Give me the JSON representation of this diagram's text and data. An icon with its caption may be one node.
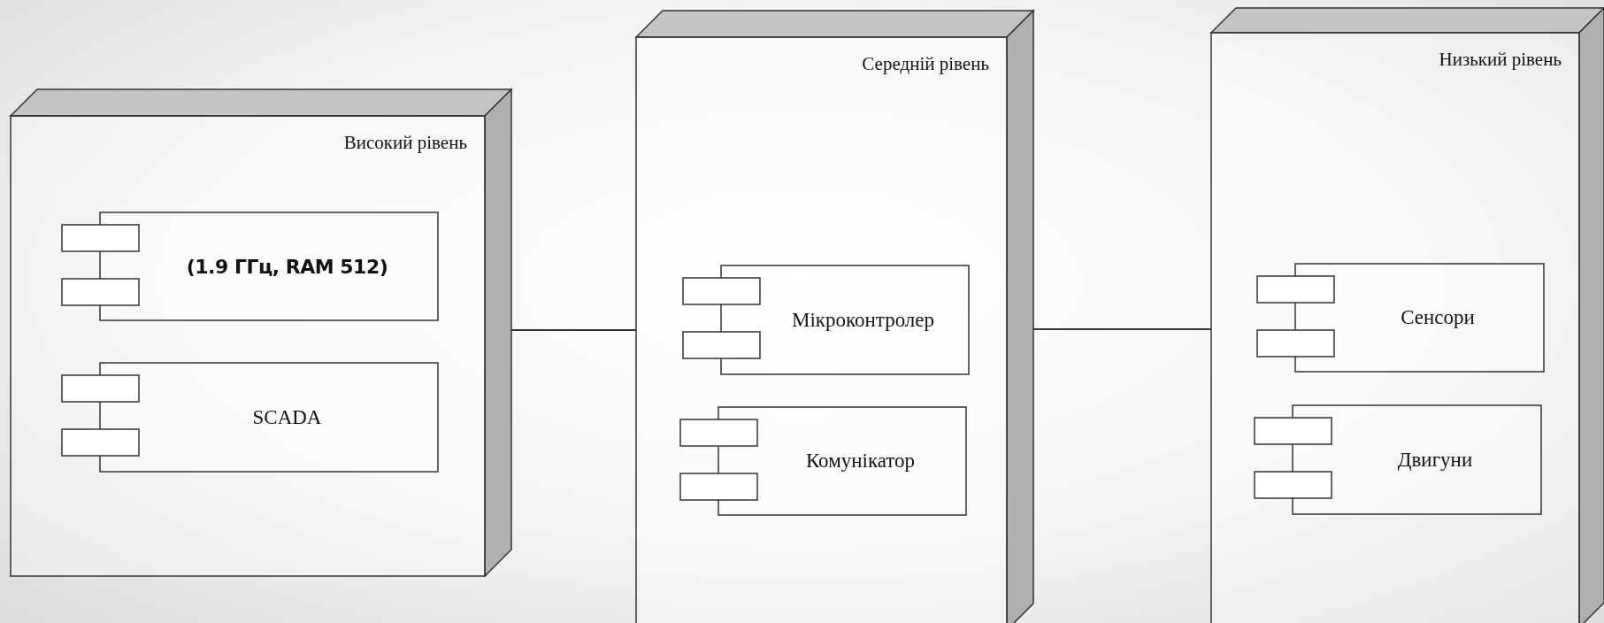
{
  "diagram": {
    "nodes": [
      {
        "text": [
          "Високий рівень"
        ]
      },
      {
        "text": [
          "(1.9 ГГц, RAM 512)"
        ],
        "in": 0
      },
      {
        "text": [
          "SCADA"
        ],
        "in": 0
      },
      {
        "text": [
          "Середній рівень"
        ]
      },
      {
        "text": [
          "Мікроконтролер"
        ],
        "in": 3
      },
      {
        "text": [
          "Комунікатор"
        ],
        "in": 3
      },
      {
        "text": [
          "Низький рівень"
        ]
      },
      {
        "text": [
          "Сенсори"
        ],
        "in": 6
      },
      {
        "text": [
          "Двигуни"
        ],
        "in": 6
      }
    ],
    "edges": [
      {
        "from": 0,
        "to": 3,
        "arrow": "none"
      },
      {
        "from": 3,
        "to": 6,
        "arrow": "none"
      }
    ]
  }
}
